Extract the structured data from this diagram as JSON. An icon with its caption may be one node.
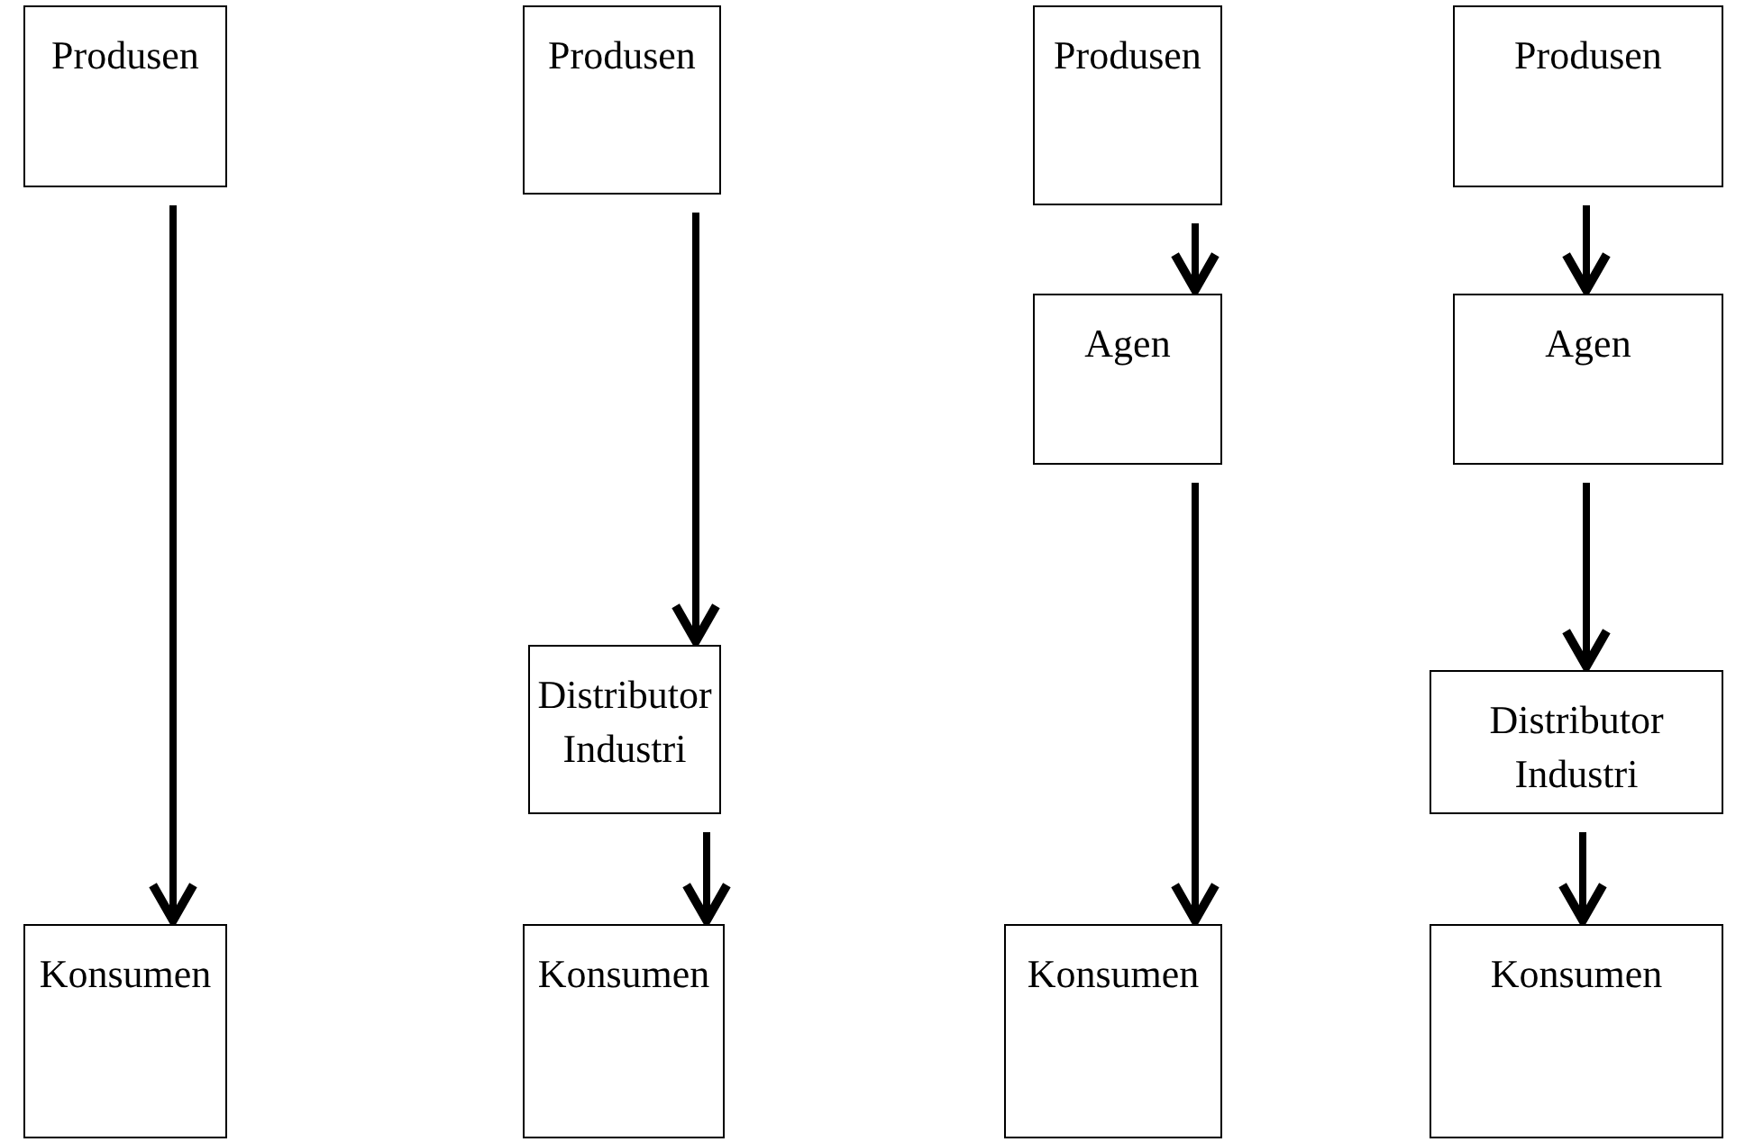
{
  "diagram": {
    "nodes": [
      {
        "text": [
          "Produsen"
        ]
      },
      {
        "text": [
          "Konsumen"
        ]
      },
      {
        "text": [
          "Produsen"
        ]
      },
      {
        "text": [
          "Distributor Industri"
        ]
      },
      {
        "text": [
          "Konsumen"
        ]
      },
      {
        "text": [
          "Produsen"
        ]
      },
      {
        "text": [
          "Agen"
        ]
      },
      {
        "text": [
          "Konsumen"
        ]
      },
      {
        "text": [
          "Produsen"
        ]
      },
      {
        "text": [
          "Agen"
        ]
      },
      {
        "text": [
          "Distributor Industri"
        ]
      },
      {
        "text": [
          "Konsumen"
        ]
      }
    ],
    "edges": [
      {
        "from": 0,
        "to": 1,
        "arrow": "to"
      },
      {
        "from": 2,
        "to": 3,
        "arrow": "to"
      },
      {
        "from": 3,
        "to": 4,
        "arrow": "to"
      },
      {
        "from": 5,
        "to": 6,
        "arrow": "to"
      },
      {
        "from": 6,
        "to": 7,
        "arrow": "to"
      },
      {
        "from": 8,
        "to": 9,
        "arrow": "to"
      },
      {
        "from": 9,
        "to": 10,
        "arrow": "to"
      },
      {
        "from": 10,
        "to": 11,
        "arrow": "to"
      }
    ]
  }
}
